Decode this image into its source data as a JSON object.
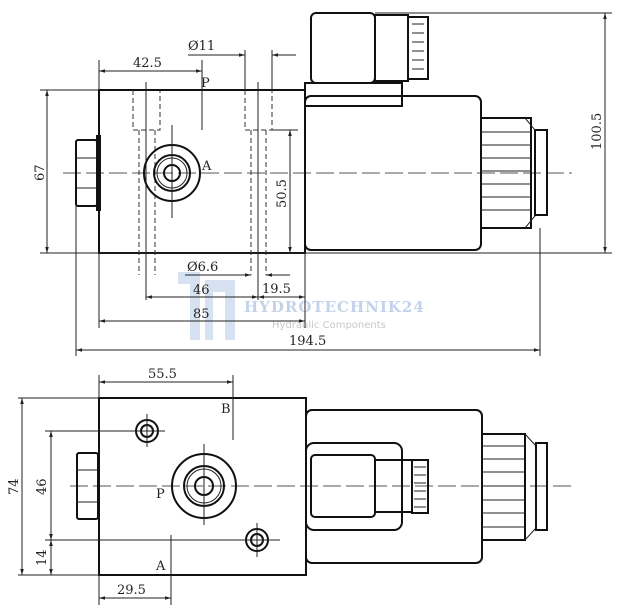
{
  "top_view": {
    "dims": {
      "d42_5": "42.5",
      "d11": "Ø11",
      "d67": "67",
      "d50_5": "50.5",
      "d100_5": "100.5",
      "d6_6": "Ø6.6",
      "d46": "46",
      "d19_5": "19.5",
      "d85": "85",
      "d194_5": "194.5"
    },
    "ports": {
      "p": "P",
      "a": "A"
    }
  },
  "bottom_view": {
    "dims": {
      "d55_5": "55.5",
      "d74": "74",
      "d46": "46",
      "d14": "14",
      "d29_5": "29.5"
    },
    "ports": {
      "b": "B",
      "p": "P",
      "a": "A"
    }
  },
  "watermark": {
    "brand": "HYDROTECHNIK24",
    "tagline": "Hydraulic Components"
  }
}
